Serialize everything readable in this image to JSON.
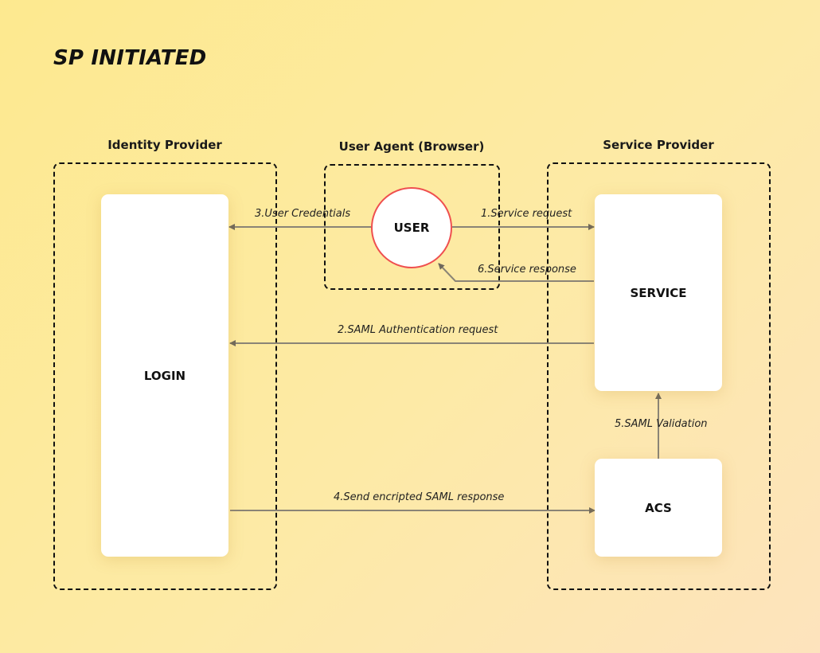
{
  "title": "SP INITIATED",
  "groups": {
    "idp": "Identity Provider",
    "ua": "User Agent (Browser)",
    "sp": "Service Provider"
  },
  "nodes": {
    "login": "LOGIN",
    "user": "USER",
    "service": "SERVICE",
    "acs": "ACS"
  },
  "edges": [
    {
      "label": "1.Service request",
      "from": "USER",
      "to": "SERVICE"
    },
    {
      "label": "2.SAML Authentication request",
      "from": "SERVICE",
      "to": "LOGIN"
    },
    {
      "label": "3.User Credentials",
      "from": "USER",
      "to": "LOGIN"
    },
    {
      "label": "4.Send encripted SAML response",
      "from": "LOGIN",
      "to": "ACS"
    },
    {
      "label": "5.SAML Validation",
      "from": "ACS",
      "to": "SERVICE"
    },
    {
      "label": "6.Service response",
      "from": "SERVICE",
      "to": "USER"
    }
  ],
  "colors": {
    "edge": "#7a7468",
    "user_border": "#ef4f4f",
    "group_border": "#111111"
  }
}
